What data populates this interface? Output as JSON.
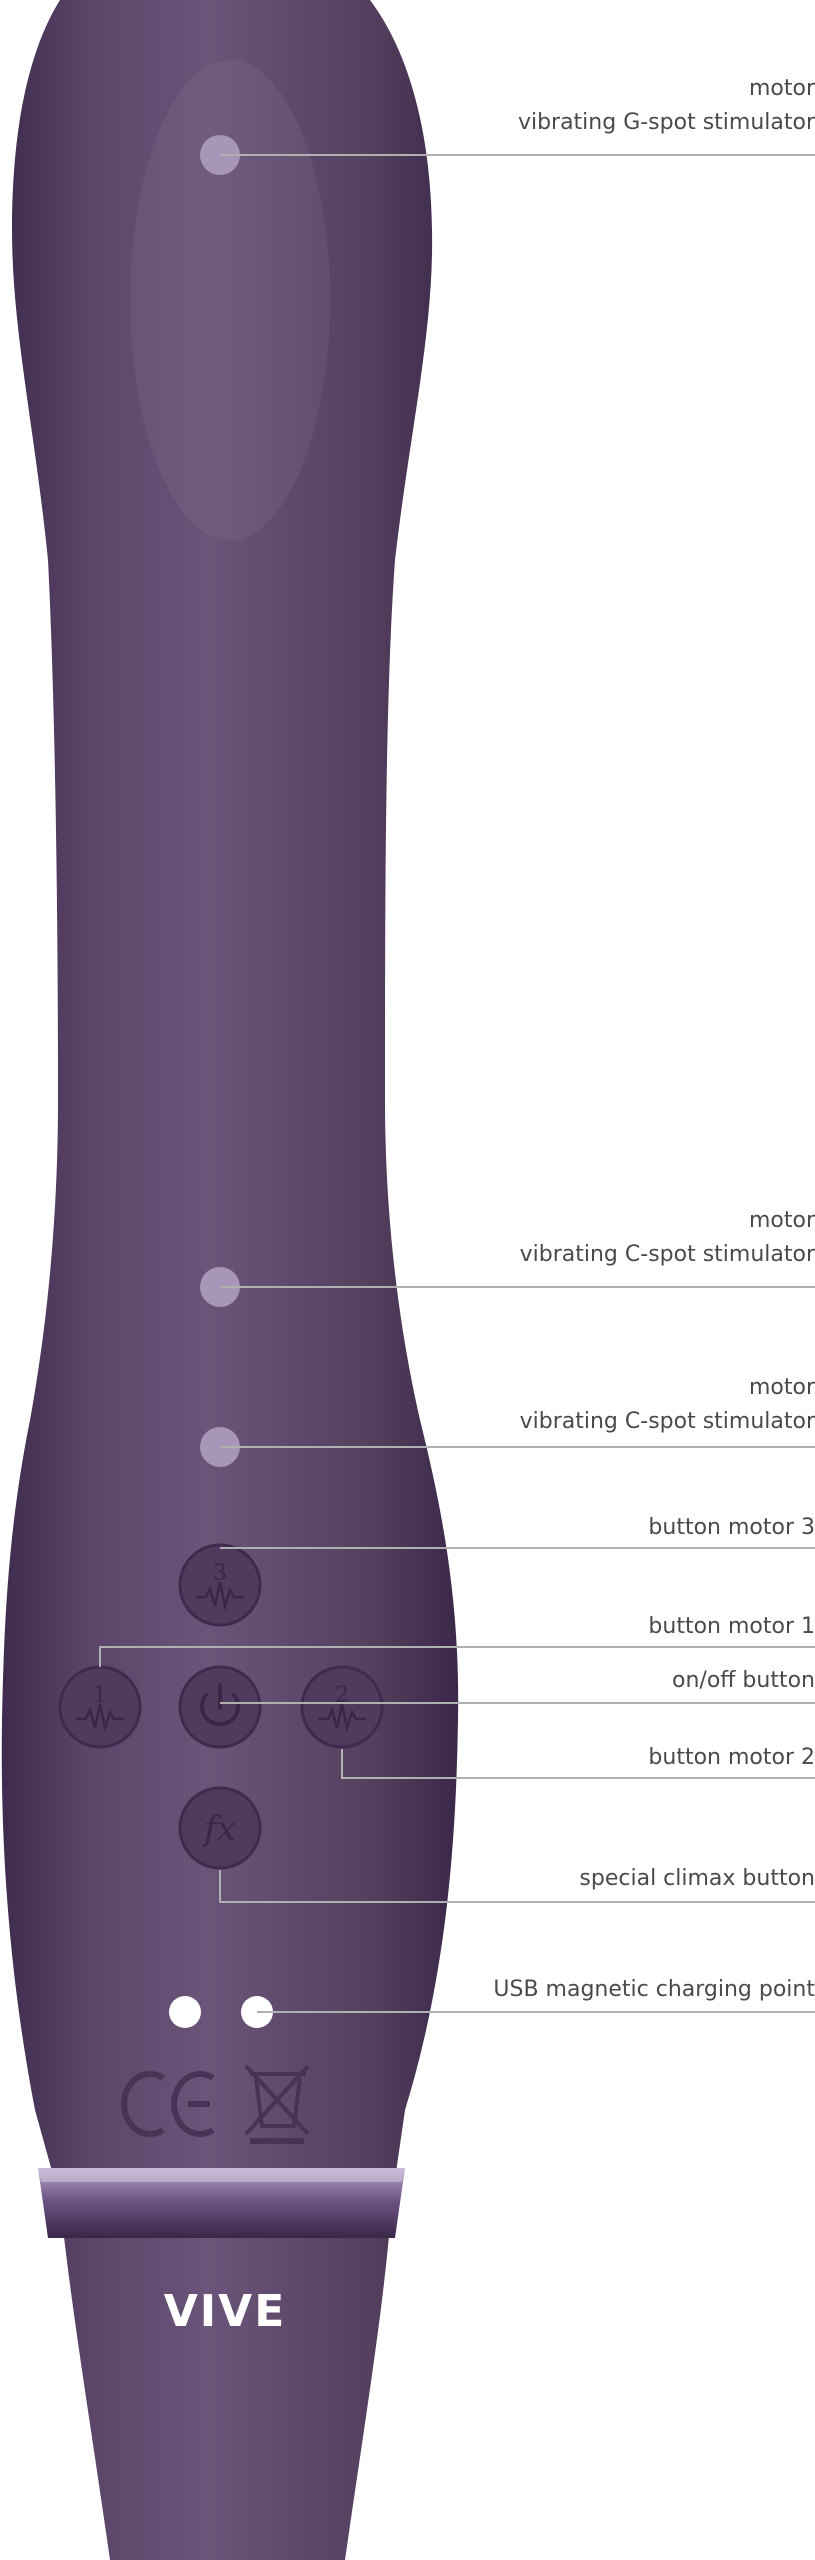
{
  "product": {
    "brand": "VIVE",
    "body_color": "#5a4468",
    "body_shadow_color": "#3e2b4b",
    "highlight_color": "#9c88b0"
  },
  "callouts": [
    {
      "id": "gspot-motor",
      "lines": [
        "motor",
        "vibrating G-spot stimulator"
      ]
    },
    {
      "id": "cspot-motor-1",
      "lines": [
        "motor",
        "vibrating C-spot stimulator"
      ]
    },
    {
      "id": "cspot-motor-2",
      "lines": [
        "motor",
        "vibrating C-spot stimulator"
      ]
    },
    {
      "id": "button-motor-3",
      "lines": [
        "button motor 3"
      ]
    },
    {
      "id": "button-motor-1",
      "lines": [
        "button motor 1"
      ]
    },
    {
      "id": "onoff-button",
      "lines": [
        "on/off button"
      ]
    },
    {
      "id": "button-motor-2",
      "lines": [
        "button motor 2"
      ]
    },
    {
      "id": "special-climax",
      "lines": [
        "special climax button"
      ]
    },
    {
      "id": "usb-charging",
      "lines": [
        "USB magnetic charging point"
      ]
    }
  ],
  "buttons": {
    "motor3": "3",
    "motor1": "1",
    "motor2": "2",
    "climax": "fx"
  },
  "icons": {
    "ce_mark": "ce-mark-icon",
    "weee_bin": "crossed-bin-icon",
    "power": "power-icon",
    "waveform": "waveform-icon"
  }
}
